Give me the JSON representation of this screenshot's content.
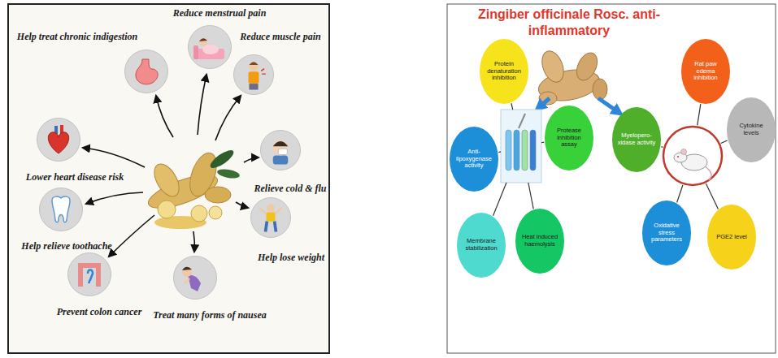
{
  "diagram": {
    "title": "Zingiber officinale Rosc. anti-inflammatory",
    "nodes": [
      {
        "text": [
          "Reduce menstrual pain"
        ]
      },
      {
        "text": [
          "Help treat chronic indigestion"
        ]
      },
      {
        "text": [
          "Reduce muscle pain"
        ]
      },
      {
        "text": [
          "Lower heart disease risk"
        ]
      },
      {
        "text": [
          "Relieve cold & flu"
        ]
      },
      {
        "text": [
          "Help relieve toothache"
        ]
      },
      {
        "text": [
          "Help lose weight"
        ]
      },
      {
        "text": [
          "Prevent colon cancer"
        ]
      },
      {
        "text": [
          "Treat many forms of nausea"
        ]
      },
      {
        "text": [
          "Protein denaturation inhibition"
        ]
      },
      {
        "text": [
          "Rat paw edema inhibition"
        ]
      },
      {
        "text": [
          "Anti-lipoxygenase activity"
        ]
      },
      {
        "text": [
          "Protease inhibition assay"
        ]
      },
      {
        "text": [
          "Myelopero-xidase activity"
        ]
      },
      {
        "text": [
          "Cytokine levels"
        ]
      },
      {
        "text": [
          "Oxidative stress parameters"
        ]
      },
      {
        "text": [
          "Membrane stabilization"
        ]
      },
      {
        "text": [
          "Heat induced haemolysis"
        ]
      },
      {
        "text": [
          "PGE2 level"
        ]
      }
    ]
  }
}
